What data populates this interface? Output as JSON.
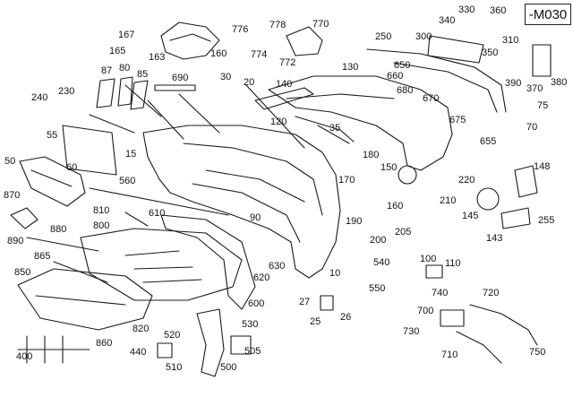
{
  "diagram": {
    "code": "-M030",
    "labels": [
      "167",
      "165",
      "163",
      "160",
      "776",
      "774",
      "778",
      "772",
      "770",
      "330",
      "340",
      "360",
      "310",
      "300",
      "250",
      "350",
      "650",
      "660",
      "390",
      "370",
      "380",
      "680",
      "670",
      "675",
      "75",
      "70",
      "655",
      "87",
      "80",
      "85",
      "690",
      "30",
      "20",
      "140",
      "130",
      "240",
      "230",
      "120",
      "35",
      "55",
      "15",
      "180",
      "50",
      "60",
      "560",
      "170",
      "150",
      "220",
      "148",
      "870",
      "810",
      "610",
      "90",
      "210",
      "145",
      "800",
      "160",
      "190",
      "255",
      "880",
      "200",
      "205",
      "143",
      "890",
      "865",
      "630",
      "540",
      "100",
      "110",
      "850",
      "620",
      "600",
      "10",
      "550",
      "740",
      "720",
      "27",
      "26",
      "25",
      "700",
      "820",
      "530",
      "730",
      "860",
      "520",
      "505",
      "440",
      "510",
      "500",
      "710",
      "750",
      "400"
    ]
  },
  "colors": {
    "ink": "#1a1a1a",
    "paper": "#ffffff"
  }
}
